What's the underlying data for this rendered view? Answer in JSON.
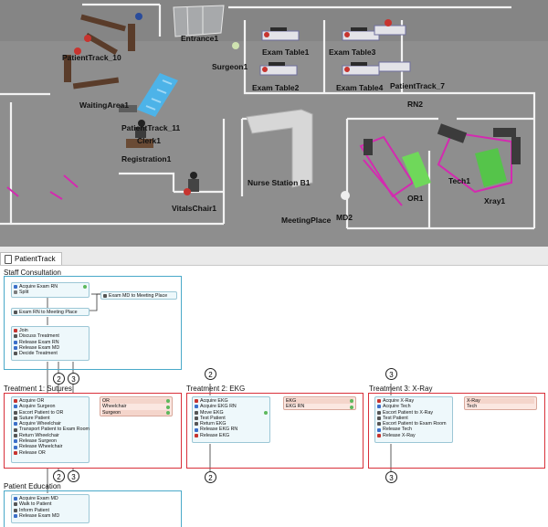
{
  "scene": {
    "labels": {
      "entrance1": "Entrance1",
      "patient_track_10": "PatientTrack_10",
      "surgeon1": "Surgeon1",
      "exam_table1": "Exam Table1",
      "exam_table3": "Exam Table3",
      "exam_table2": "Exam Table2",
      "exam_table4": "Exam Table4",
      "patient_track_7": "PatientTrack_7",
      "waiting_area1": "WaitingArea1",
      "rn2": "RN2",
      "patient_track_11": "PatientTrack_11",
      "clerk1": "Clerk1",
      "registration1": "Registration1",
      "nurse_station_b1": "Nurse Station B1",
      "or1": "OR1",
      "tech1": "Tech1",
      "xray1": "Xray1",
      "vitals_chair1": "VitalsChair1",
      "meeting_place": "MeetingPlace",
      "md2": "MD2"
    }
  },
  "tab": {
    "label": "PatientTrack"
  },
  "sections": {
    "staff": {
      "title": "Staff Consultation",
      "block1": [
        "Acquire Exam RN",
        "Split"
      ],
      "side": "Exam MD to Meeting Place",
      "block2": [
        "Exam RN to Meeting Place"
      ],
      "block3": [
        "Join",
        "Discuss Treatment",
        "Release Exam RN",
        "Release Exam MD",
        "Decide Treatment"
      ]
    },
    "sutures": {
      "title": "Treatment 1: Sutures",
      "steps": [
        "Acquire OR",
        "Acquire Surgeon",
        "Escort Patient to OR",
        "Suture Patient",
        "Acquire Wheelchair",
        "Transport Patient to Exam Room",
        "Return Wheelchair",
        "Release Surgeon",
        "Release Wheelchair",
        "Release OR"
      ],
      "resources": [
        "OR",
        "Wheelchair",
        "Surgeon"
      ]
    },
    "ekg": {
      "title": "Treatment 2: EKG",
      "steps": [
        "Acquire EKG",
        "Acquire EKG RN",
        "Move EKG",
        "Test Patient",
        "Return EKG",
        "Release EKG RN",
        "Release EKG"
      ],
      "resources": [
        "EKG",
        "EKG RN"
      ]
    },
    "xray": {
      "title": "Treatment 3: X-Ray",
      "steps": [
        "Acquire X-Ray",
        "Acquire Tech",
        "Escort Patient to X-Ray",
        "Test Patient",
        "Escort Patient to Exam Room",
        "Release Tech",
        "Release X-Ray"
      ],
      "resources": [
        "X-Ray",
        "Tech"
      ]
    },
    "education": {
      "title": "Patient Education",
      "steps": [
        "Acquire Exam MD",
        "Walk to Patient",
        "Inform Patient",
        "Release Exam MD"
      ]
    }
  },
  "connectors": {
    "two": "2",
    "three": "3"
  },
  "colors": {
    "section_staff": "#4aa9c9",
    "section_treatment": "#d9303a",
    "activity_bg": "#eef8fb",
    "resource_bg": "#fbe7e1"
  }
}
